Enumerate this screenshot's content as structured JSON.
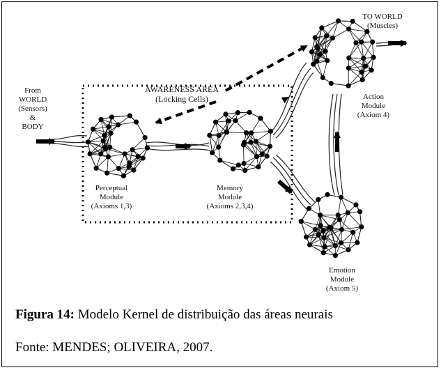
{
  "figure": {
    "labels": {
      "to_world": "TO WORLD\n(Muscles)",
      "from_world": "From\nWORLD\n(Sensors)\n&\nBODY",
      "awareness": "AWARENESS AREA\n(Locking Cells)",
      "action": "Action\nModule\n(Axiom 4)",
      "perceptual": "Perceptual\nModule\n(Axioms 1,3)",
      "memory": "Memory\nModule\n(Axioms 2,3,4)",
      "emotion": "Emotion\nModule\n(Axiom 5)"
    },
    "modules": [
      "perceptual",
      "memory",
      "action",
      "emotion"
    ]
  },
  "caption": {
    "label": "Figura 14:",
    "text": " Modelo Kernel de distribuição das áreas neurais"
  },
  "source": "Fonte: MENDES; OLIVEIRA, 2007."
}
